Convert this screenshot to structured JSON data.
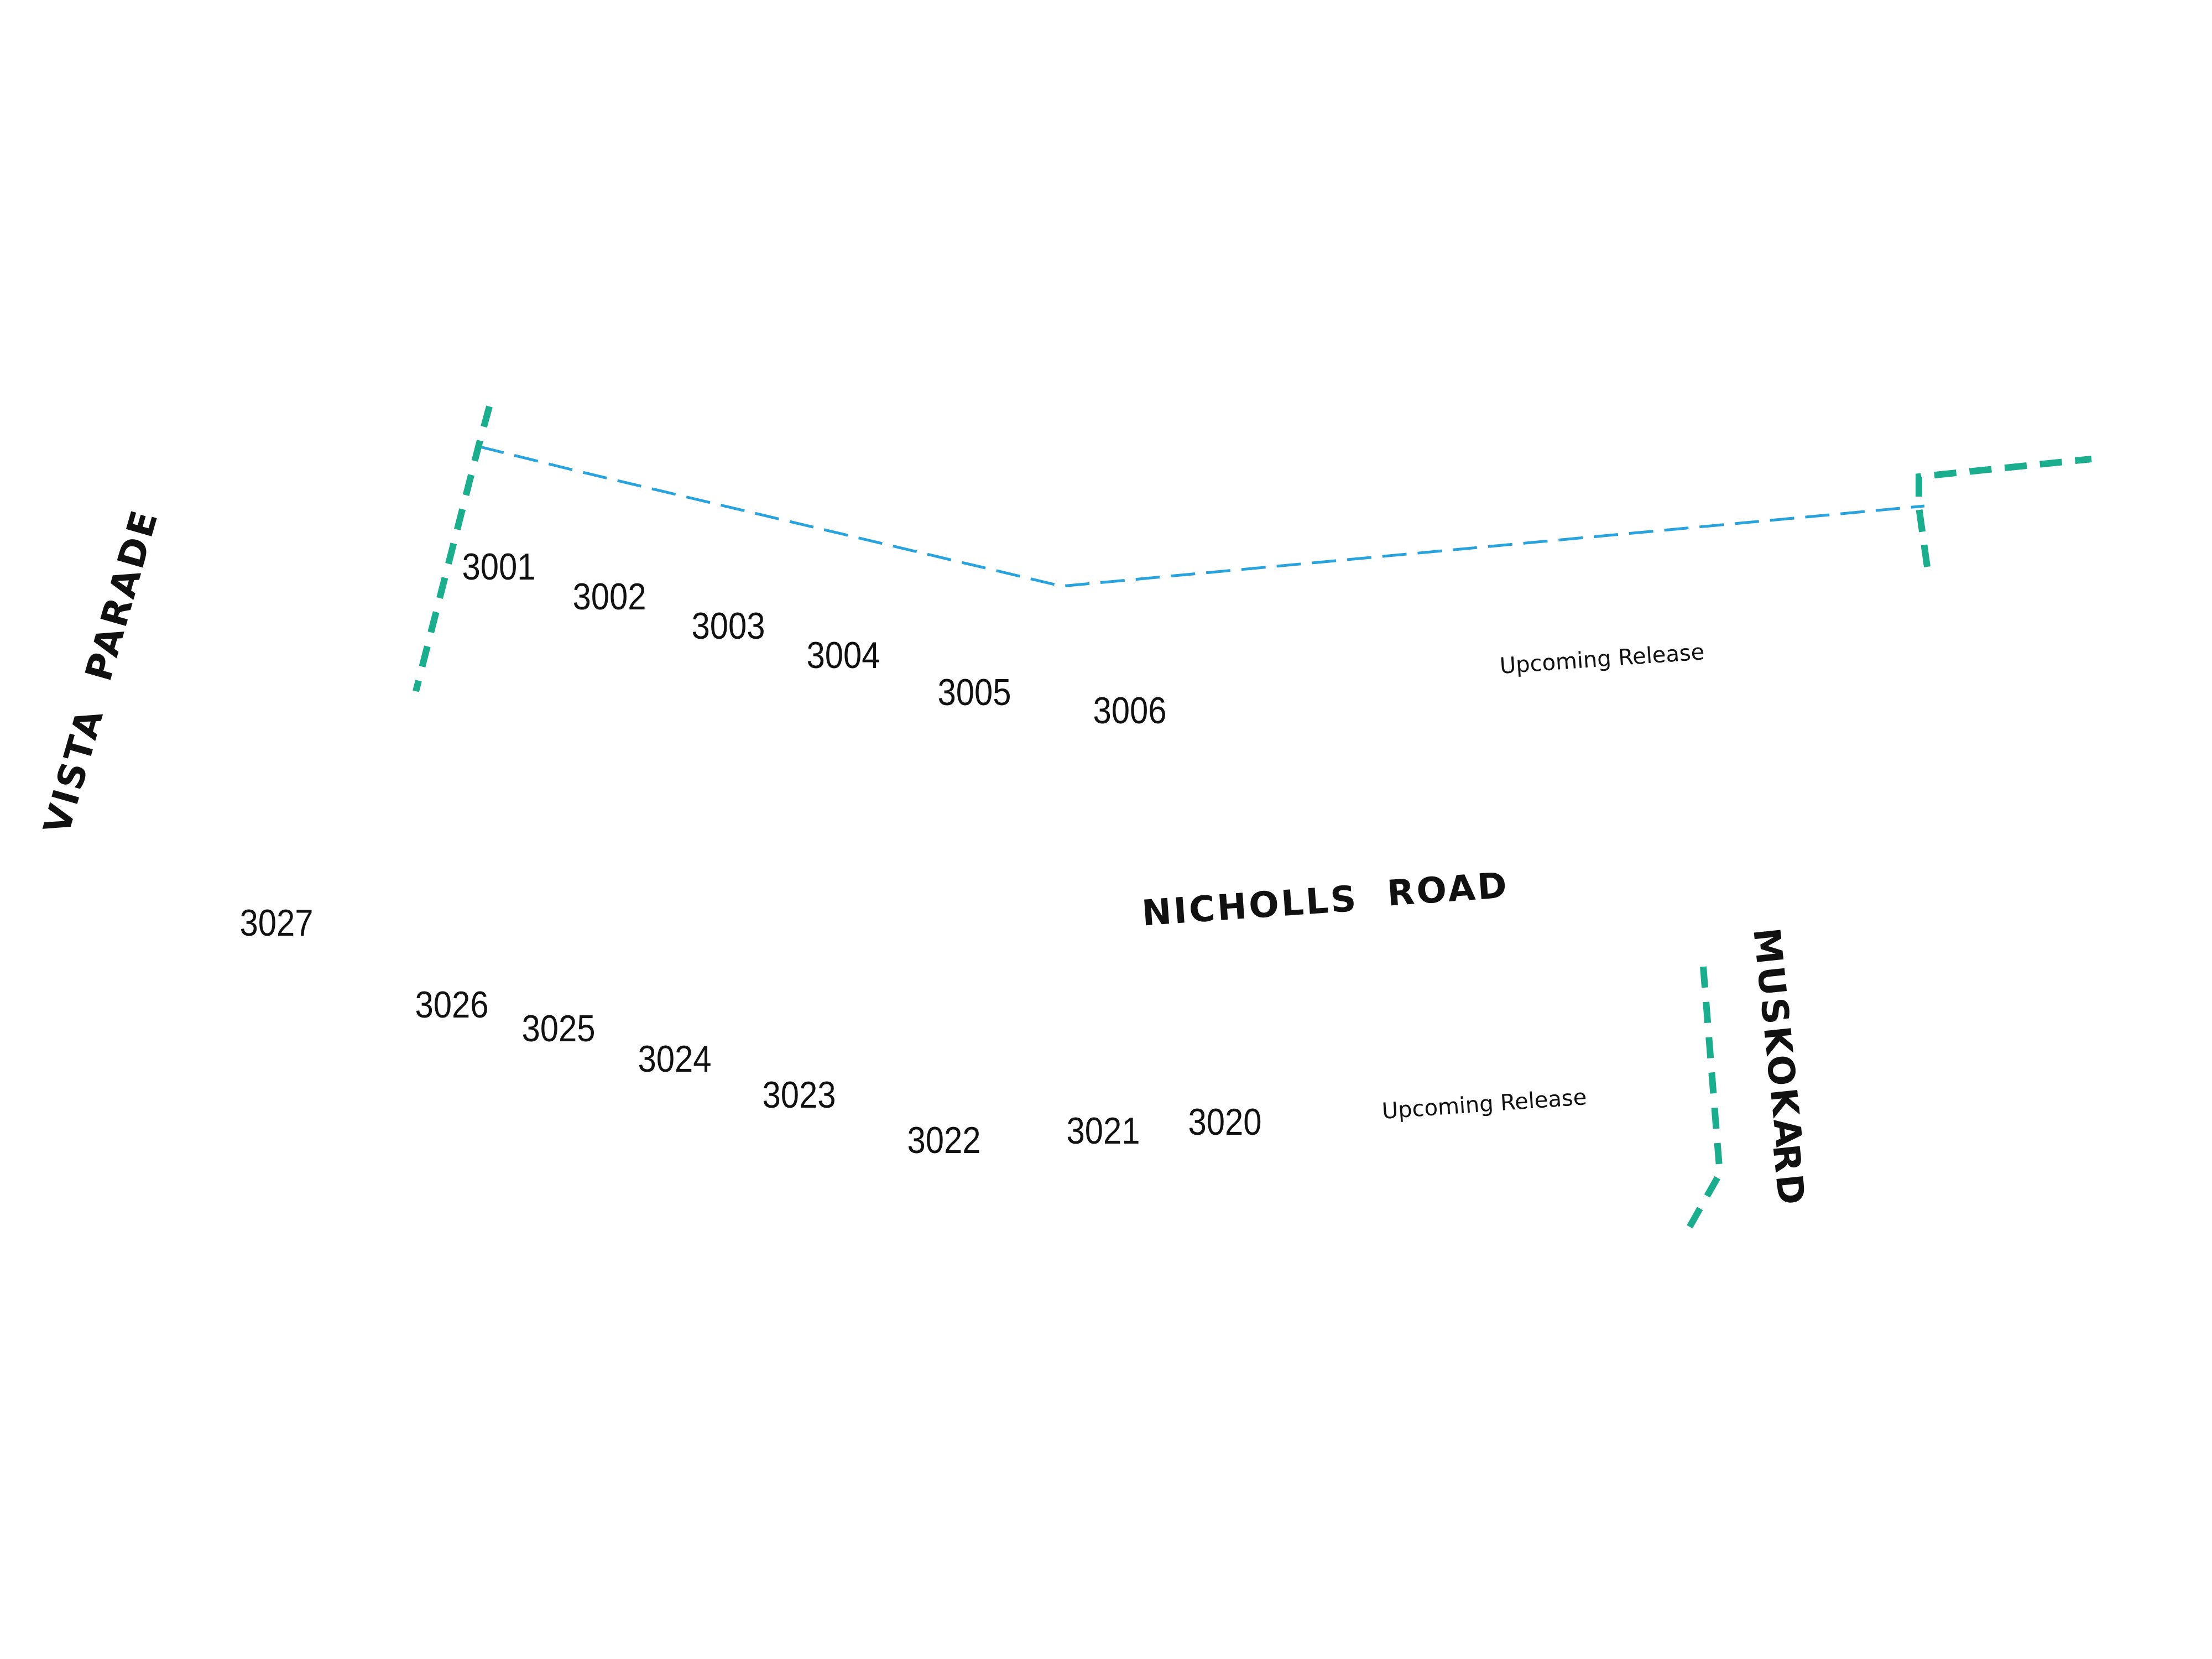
{
  "colors": {
    "boundary": "#1aae8f",
    "easement": "#29a3dd",
    "text": "#111111",
    "background": "#ffffff"
  },
  "roads": {
    "vista_1": "VISTA",
    "vista_2": "PARADE",
    "nicholls_1": "NICHOLLS",
    "nicholls_2": "ROAD",
    "muskoka_1": "MUSKOKA",
    "muskoka_2": "RD"
  },
  "lots_north": [
    "3001",
    "3002",
    "3003",
    "3004",
    "3005",
    "3006"
  ],
  "lots_south": [
    "3027",
    "3026",
    "3025",
    "3024",
    "3023",
    "3022",
    "3021",
    "3020"
  ],
  "release_labels": {
    "north": "Upcoming Release",
    "south": "Upcoming Release"
  }
}
